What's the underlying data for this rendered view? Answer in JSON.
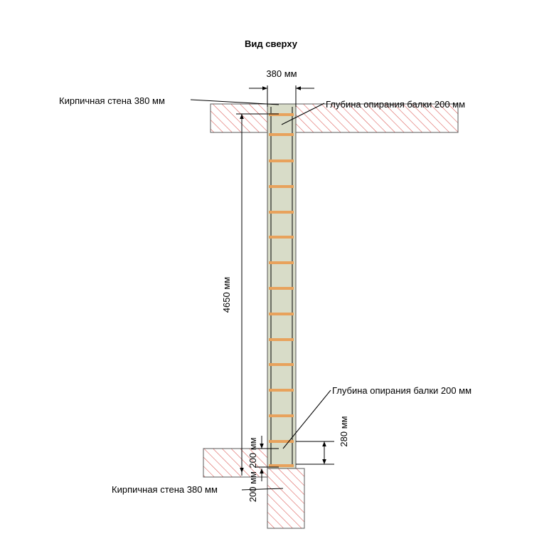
{
  "title": "Вид сверху",
  "labels": {
    "width_top": "380 мм",
    "wall_top": "Кирпичная стена 380 мм",
    "support_top": "Глубина опирания балки 200 мм",
    "length": "4650 мм",
    "support_bottom": "Глубина опирания балки 200 мм",
    "dim_280": "280 мм",
    "dim_200": "200 мм",
    "wall_bottom": "Кирпичная стена 380 мм"
  },
  "colors": {
    "hatch": "#d9534f",
    "joist": "#e8a25c",
    "beam": "#d8dcc8"
  }
}
